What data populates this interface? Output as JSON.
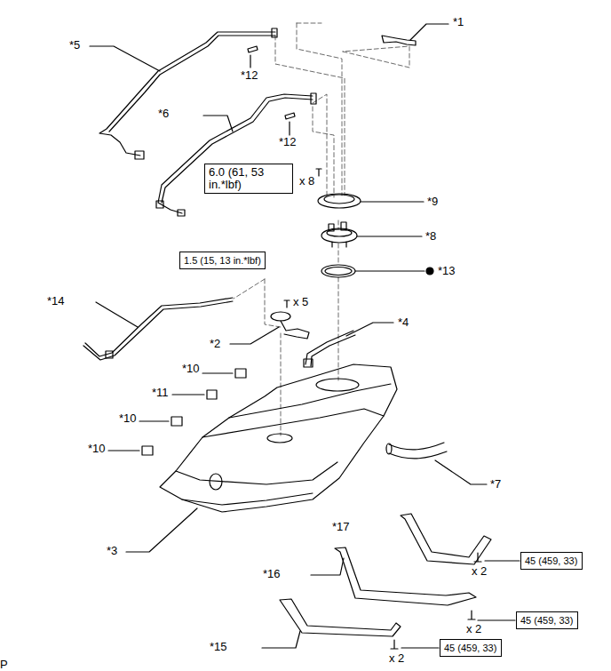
{
  "diagram": {
    "nodes": [
      {
        "text": [
          "6.0 (61, 53 in.*lbf)"
        ]
      },
      {
        "text": [
          "1.5 (15, 13 in.*lbf)"
        ]
      },
      {
        "text": [
          "45 (459, 33)"
        ]
      },
      {
        "text": [
          "45 (459, 33)"
        ]
      },
      {
        "text": [
          "45 (459, 33)"
        ]
      }
    ],
    "edges": [],
    "labels": [
      "*1",
      "*5",
      "*12",
      "*6",
      "*12",
      "x 8",
      "*9",
      "*8",
      "*13",
      "x 5",
      "*14",
      "*2",
      "*4",
      "*10",
      "*11",
      "*10",
      "*10",
      "*7",
      "*3",
      "*17",
      "x 2",
      "*16",
      "x 2",
      "*15",
      "x 2",
      "P"
    ]
  }
}
